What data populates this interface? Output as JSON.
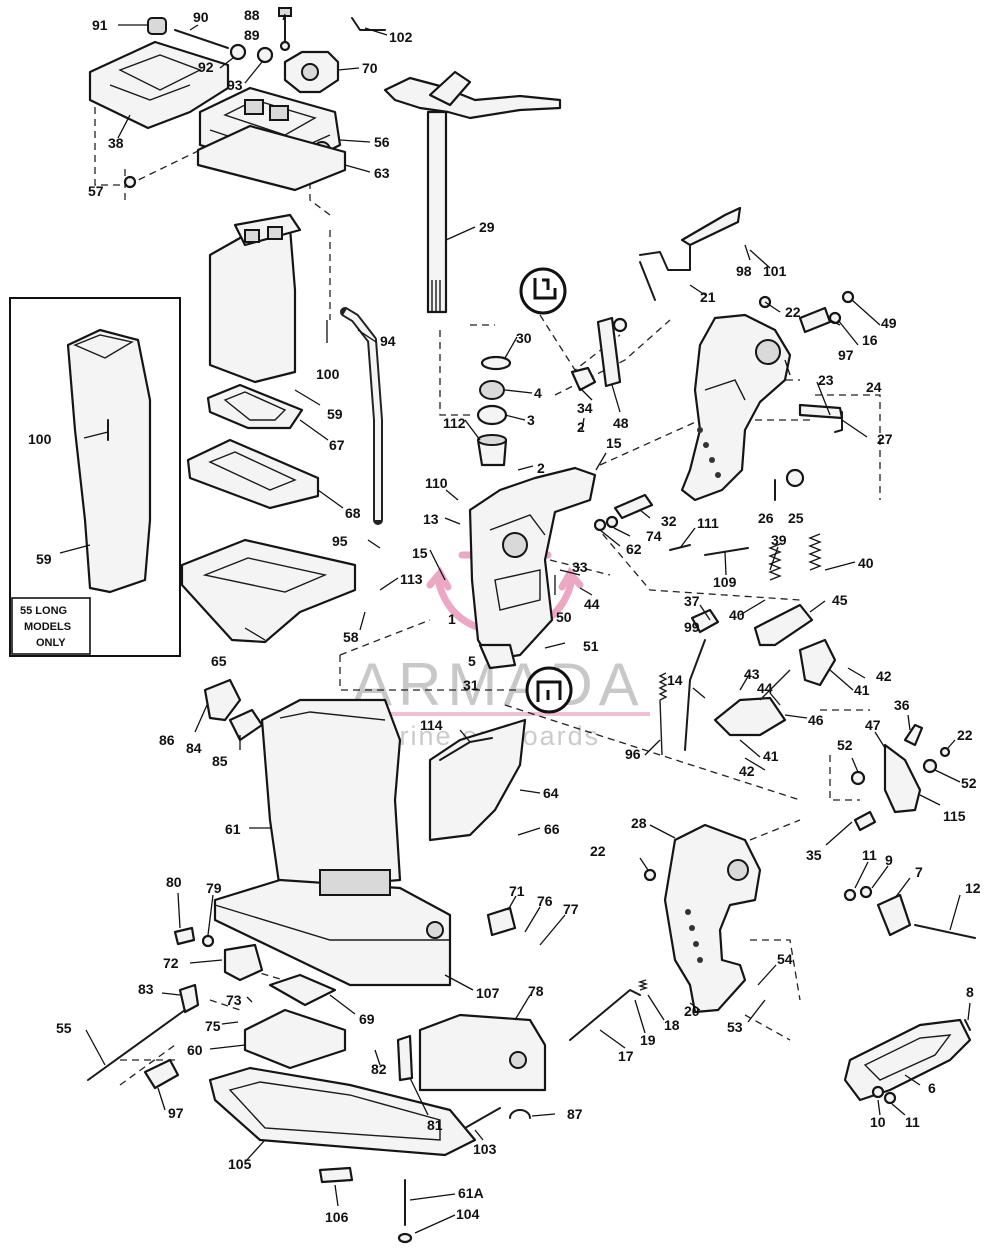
{
  "watermark": {
    "brand": "ARMADA",
    "tagline": "marine outboards",
    "logo_color": "#e68ab2"
  },
  "inset_box": {
    "line1": "55 LONG",
    "line2": "MODELS",
    "line3": "ONLY"
  },
  "callouts": {
    "c91": "91",
    "c90": "90",
    "c88": "88",
    "c89": "89",
    "c102": "102",
    "c92": "92",
    "c93": "93",
    "c70": "70",
    "c38": "38",
    "c56": "56",
    "c63": "63",
    "c57": "57",
    "c29": "29",
    "c98": "98",
    "c101": "101",
    "c21": "21",
    "c94": "94",
    "c30": "30",
    "c22a": "22",
    "c49": "49",
    "c16": "16",
    "c97a": "97",
    "c100a": "100",
    "c4": "4",
    "c3": "3",
    "c34": "34",
    "c48": "48",
    "c23": "23",
    "c24": "24",
    "c59a": "59",
    "c112": "112",
    "c2a": "2",
    "c15a": "15",
    "c27": "27",
    "c67": "67",
    "c100b": "100",
    "c2b": "2",
    "c110": "110",
    "c26": "26",
    "c25": "25",
    "c68": "68",
    "c13": "13",
    "c32": "32",
    "c111": "111",
    "c74": "74",
    "c62": "62",
    "c59b": "59",
    "c95": "95",
    "c15b": "15",
    "c39": "39",
    "c40a": "40",
    "c109": "109",
    "c33": "33",
    "c113": "113",
    "c37": "37",
    "c45": "45",
    "c44a": "44",
    "c40b": "40",
    "c58": "58",
    "c50": "50",
    "c99": "99",
    "c1": "1",
    "c65": "65",
    "c51": "51",
    "c43": "43",
    "c42a": "42",
    "c5": "5",
    "c41a": "41",
    "c31": "31",
    "c14": "14",
    "c44b": "44",
    "c86": "86",
    "c84": "84",
    "c36": "36",
    "c114": "114",
    "c46": "46",
    "c47": "47",
    "c96": "96",
    "c22b": "22",
    "c52a": "52",
    "c85": "85",
    "c41b": "41",
    "c42b": "42",
    "c52b": "52",
    "c64": "64",
    "c115": "115",
    "c61": "61",
    "c66": "66",
    "c28": "28",
    "c22c": "22",
    "c35": "35",
    "c11a": "11",
    "c9": "9",
    "c7": "7",
    "c80": "80",
    "c79": "79",
    "c71": "71",
    "c76": "76",
    "c77": "77",
    "c12": "12",
    "c72": "72",
    "c107": "107",
    "c54": "54",
    "c78": "78",
    "c83": "83",
    "c73": "73",
    "c69": "69",
    "c20": "20",
    "c8": "8",
    "c75": "75",
    "c18": "18",
    "c19": "19",
    "c53": "53",
    "c55": "55",
    "c17": "17",
    "c60": "60",
    "c82": "82",
    "c6": "6",
    "c97b": "97",
    "c81": "81",
    "c87": "87",
    "c10": "10",
    "c11b": "11",
    "c105": "105",
    "c103": "103",
    "c61a": "61A",
    "c106": "106",
    "c104": "104"
  }
}
